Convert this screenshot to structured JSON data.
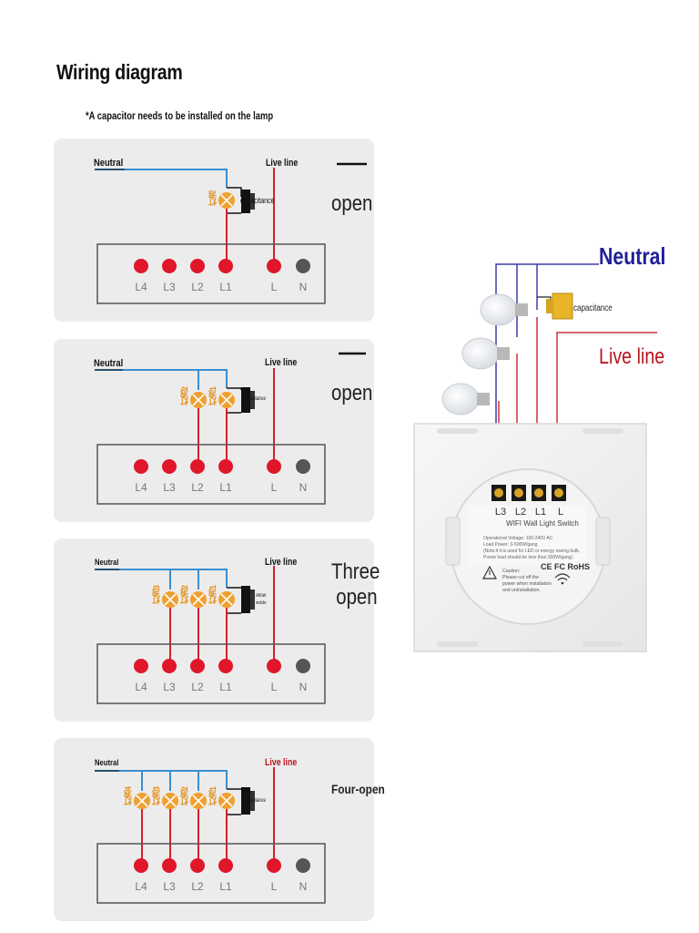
{
  "title": "Wiring diagram",
  "note": "*A capacitor needs to be installed on the lamp",
  "panels": [
    {
      "mode": "open",
      "neutral": "Neutral",
      "live": "Live line",
      "capacitor": "capacitance",
      "lamps": [
        "灯泡"
      ],
      "terminals": [
        "L4",
        "L3",
        "L2",
        "L1",
        "L",
        "N"
      ]
    },
    {
      "mode": "open",
      "neutral": "Neutral",
      "live": "Live line",
      "capacitor": "capacitance",
      "lamps": [
        "灯泡2",
        "灯泡1"
      ],
      "terminals": [
        "L4",
        "L3",
        "L2",
        "L1",
        "L",
        "N"
      ]
    },
    {
      "mode_line1": "Three",
      "mode_line2": "open",
      "neutral": "Neutral",
      "live": "Live line",
      "capacitor_line1": "Allow",
      "capacitor_line2": "mobile",
      "lamps": [
        "灯泡3",
        "灯泡2",
        "灯泡1"
      ],
      "terminals": [
        "L4",
        "L3",
        "L2",
        "L1",
        "L",
        "N"
      ]
    },
    {
      "mode": "Four-open",
      "neutral": "Neutral",
      "live": "Live line",
      "capacitor": "capacitance",
      "lamps": [
        "灯泡4",
        "灯泡3",
        "灯泡2",
        "灯泡1"
      ],
      "terminals": [
        "L4",
        "L3",
        "L2",
        "L1",
        "L",
        "N"
      ]
    }
  ],
  "photo": {
    "neutral": "Neutral",
    "live": "Live line",
    "capacitor": "capacitance",
    "terminals": [
      "L3",
      "L2",
      "L1",
      "L"
    ],
    "device_name": "WIFI Wall Light Switch",
    "specs": [
      "Operational Voltage: 100-240V AC",
      "Load Power: 3-500W/gang",
      "(Note:if it is used for LED or energy saving bulb,",
      "Power load should be less than 300W/gang)"
    ],
    "certifications": "CE FC RoHS",
    "caution": [
      "Caution:",
      "Please cut off the",
      "power when installation",
      "and uninstallation."
    ]
  },
  "colors": {
    "neutral": "#3a8fd0",
    "live": "#d8202a",
    "lamp": "#f0a030",
    "terminal_live": "#e0162b",
    "terminal_neutral": "#555555"
  }
}
